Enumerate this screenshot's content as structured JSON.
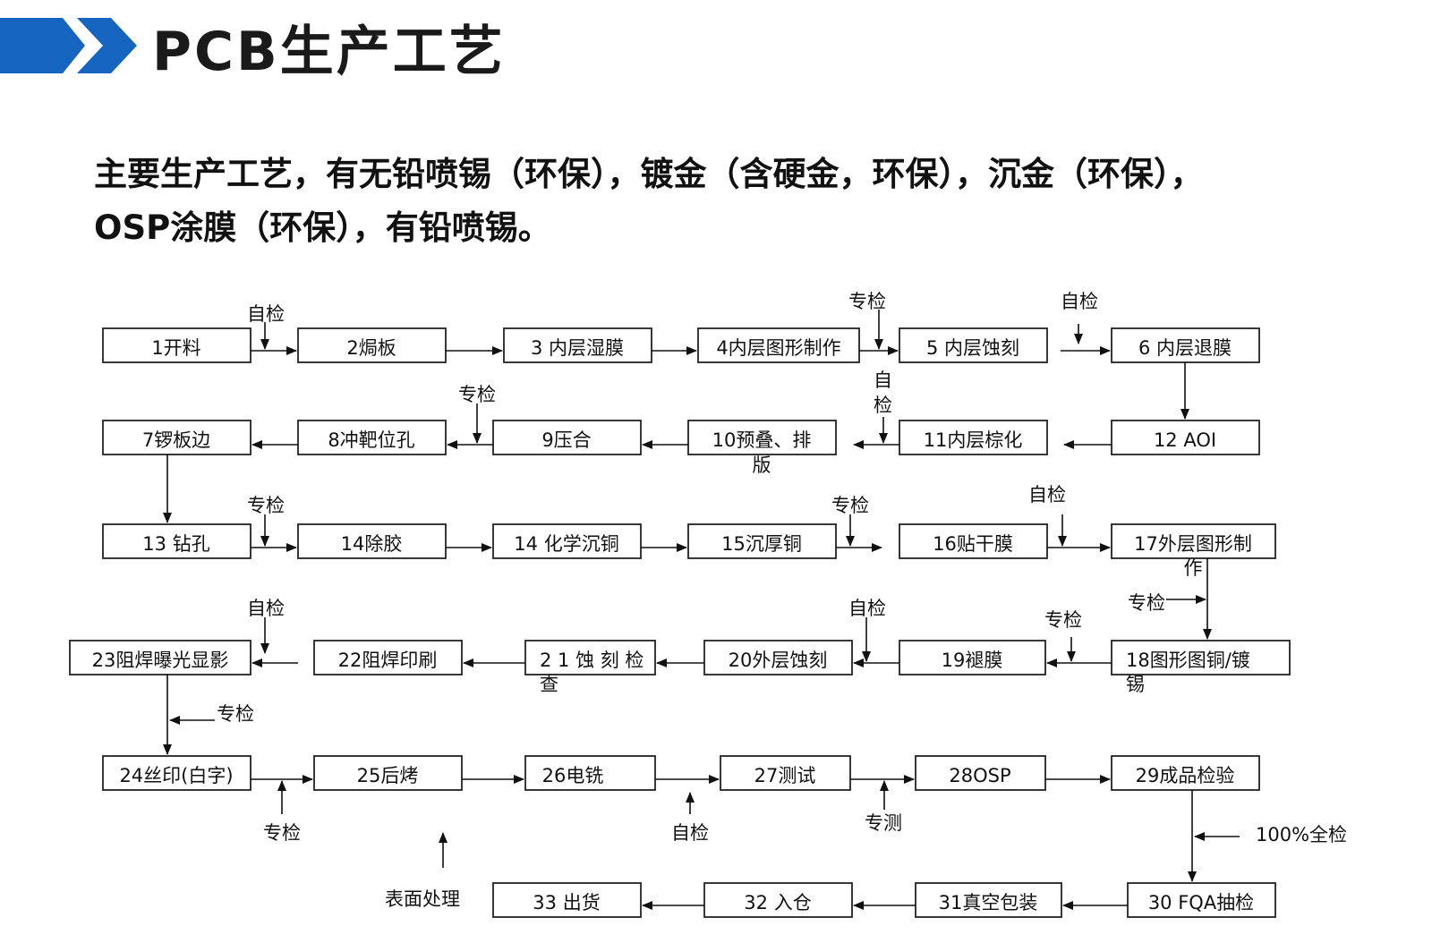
{
  "header": {
    "title": "PCB生产工艺"
  },
  "intro": {
    "line1": "主要生产工艺，有无铅喷锡（环保），镀金（含硬金，环保），沉金（环保），",
    "line2": "OSP涂膜（环保），有铅喷锡。"
  },
  "colors": {
    "accent": "#1565c0",
    "title": "#1a1a1a"
  },
  "process": {
    "steps": [
      {
        "id": "s1",
        "lines": [
          "1开料"
        ]
      },
      {
        "id": "s2",
        "lines": [
          "2焗板"
        ]
      },
      {
        "id": "s3",
        "lines": [
          "3 内层湿膜"
        ]
      },
      {
        "id": "s4",
        "lines": [
          "4内层图形制作"
        ]
      },
      {
        "id": "s5",
        "lines": [
          "5 内层蚀刻"
        ]
      },
      {
        "id": "s6",
        "lines": [
          "6 内层退膜"
        ]
      },
      {
        "id": "s7",
        "lines": [
          "7锣板边"
        ]
      },
      {
        "id": "s8",
        "lines": [
          "8冲靶位孔"
        ]
      },
      {
        "id": "s9",
        "lines": [
          "9压合"
        ]
      },
      {
        "id": "s10",
        "lines": [
          "10预叠、排",
          "版"
        ]
      },
      {
        "id": "s11",
        "lines": [
          "11内层棕化"
        ]
      },
      {
        "id": "s12",
        "lines": [
          "12 AOI"
        ]
      },
      {
        "id": "s13",
        "lines": [
          "13 钻孔"
        ]
      },
      {
        "id": "s14a",
        "lines": [
          "14除胶"
        ]
      },
      {
        "id": "s14b",
        "lines": [
          "14 化学沉铜"
        ]
      },
      {
        "id": "s15",
        "lines": [
          "15沉厚铜"
        ]
      },
      {
        "id": "s16",
        "lines": [
          "16贴干膜"
        ]
      },
      {
        "id": "s17",
        "lines": [
          "17外层图形制",
          "作"
        ]
      },
      {
        "id": "s18",
        "lines": [
          "18图形图铜/镀",
          "锡"
        ]
      },
      {
        "id": "s19",
        "lines": [
          "19褪膜"
        ]
      },
      {
        "id": "s20",
        "lines": [
          "20外层蚀刻"
        ]
      },
      {
        "id": "s21",
        "lines": [
          "2 1 蚀 刻 检",
          "查"
        ]
      },
      {
        "id": "s22",
        "lines": [
          "22阻焊印刷"
        ]
      },
      {
        "id": "s23",
        "lines": [
          "23阻焊曝光显影"
        ]
      },
      {
        "id": "s24",
        "lines": [
          "24丝印(白字)"
        ]
      },
      {
        "id": "s25",
        "lines": [
          "25后烤"
        ]
      },
      {
        "id": "s26",
        "lines": [
          "26电铣"
        ]
      },
      {
        "id": "s27",
        "lines": [
          "27测试"
        ]
      },
      {
        "id": "s28",
        "lines": [
          "28OSP"
        ]
      },
      {
        "id": "s29",
        "lines": [
          "29成品检验"
        ]
      },
      {
        "id": "s30",
        "lines": [
          "30 FQA抽检"
        ]
      },
      {
        "id": "s31",
        "lines": [
          "31真空包装"
        ]
      },
      {
        "id": "s32",
        "lines": [
          "32 入仓"
        ]
      },
      {
        "id": "s33",
        "lines": [
          "33 出货"
        ]
      }
    ],
    "checks": {
      "self_check": "自检",
      "special_check": "专检",
      "special_test": "专测",
      "full_check": "100%全检",
      "surface_treatment": "表面处理"
    }
  }
}
